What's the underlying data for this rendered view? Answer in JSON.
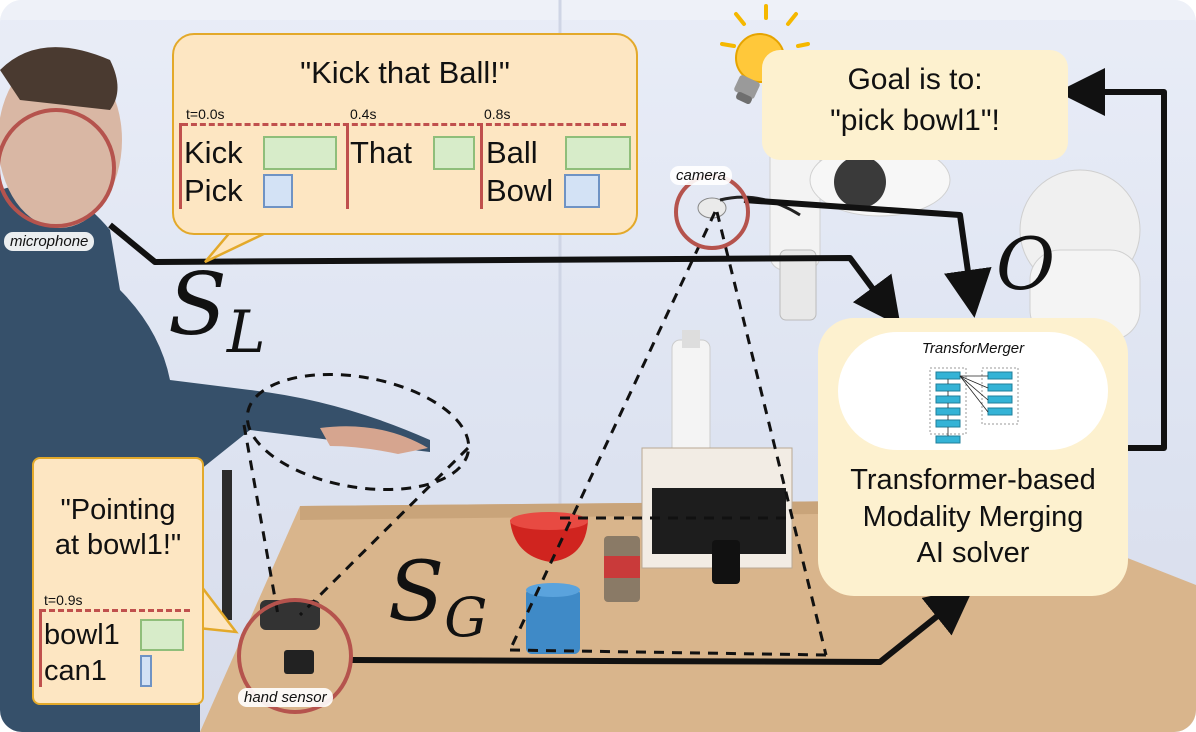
{
  "speech": {
    "quote": "\"Kick that Ball!\"",
    "ticks": [
      "t=0.0s",
      "0.4s",
      "0.8s"
    ],
    "words_top": [
      "Kick",
      "That",
      "Ball"
    ],
    "words_bottom": [
      "Pick",
      "Bowl"
    ]
  },
  "gesture": {
    "quote_line1": "\"Pointing",
    "quote_line2": "at bowl1!\"",
    "tick": "t=0.9s",
    "words": [
      "bowl1",
      "can1"
    ]
  },
  "labels": {
    "microphone": "microphone",
    "camera": "camera",
    "hand_sensor": "hand sensor"
  },
  "symbols": {
    "sl_main": "S",
    "sl_sub": "L",
    "sg_main": "S",
    "sg_sub": "G",
    "o": "O"
  },
  "goal": {
    "line1": "Goal is to:",
    "line2": "\"pick bowl1\"!"
  },
  "solver": {
    "model_name": "TransforMerger",
    "line1": "Transformer-based",
    "line2": "Modality Merging",
    "line3": "AI solver"
  },
  "colors": {
    "bubble_fill": "#fde6c2",
    "bubble_border": "#e3a92a",
    "timeline_red": "#c0504d",
    "sensor_circle": "#b5534d",
    "green_box": "#d7ecc9",
    "blue_box": "#d3e2f5",
    "goal_fill": "#fdf1cf",
    "arrow": "#111111"
  }
}
